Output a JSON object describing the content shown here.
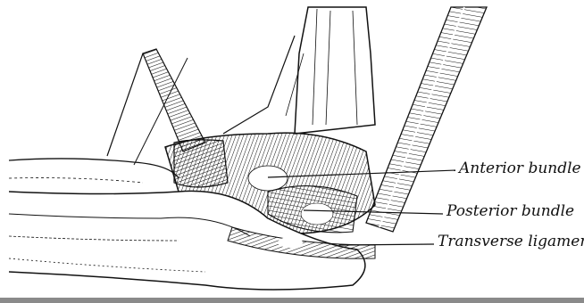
{
  "labels": {
    "anterior": "Anterior bundle",
    "posterior": "Posterior bundle",
    "transverse": "Transverse ligament"
  },
  "colors": {
    "ink": "#111111",
    "paper": "#ffffff",
    "bottom_bar": "#8a8a8a"
  }
}
